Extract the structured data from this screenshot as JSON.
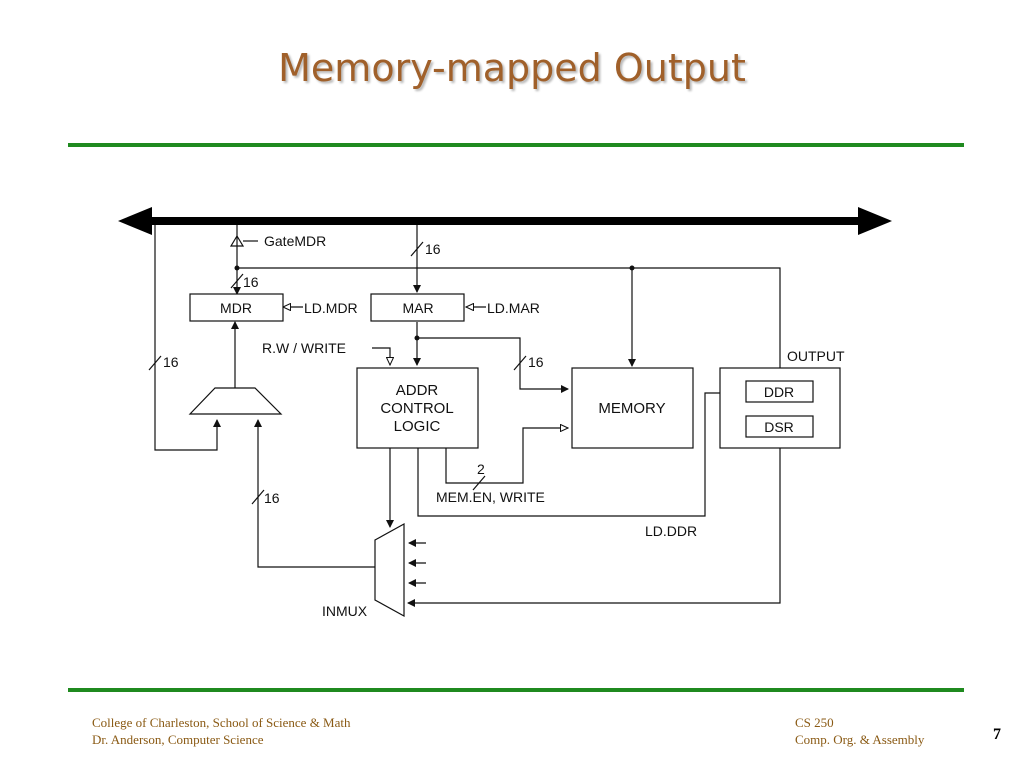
{
  "slide": {
    "title": "Memory-mapped Output",
    "page_number": "7"
  },
  "footer": {
    "left_line1": "College of Charleston, School of Science & Math",
    "left_line2": "Dr. Anderson, Computer Science",
    "right_line1": "CS 250",
    "right_line2": "Comp. Org. & Assembly"
  },
  "diagram": {
    "gate_mdr": "GateMDR",
    "width_bus": "16",
    "width_mar": "16",
    "width_left": "16",
    "width_mem": "16",
    "width_inmux": "16",
    "width_en": "2",
    "mdr": "MDR",
    "ld_mdr": "LD.MDR",
    "mar": "MAR",
    "ld_mar": "LD.MAR",
    "rw_prefix": "R.W / ",
    "rw_write": "WRITE",
    "addr_line1": "ADDR",
    "addr_line2": "CONTROL",
    "addr_line3": "LOGIC",
    "memory": "MEMORY",
    "output": "OUTPUT",
    "ddr": "DDR",
    "dsr": "DSR",
    "mem_en_prefix": "MEM.EN, ",
    "mem_en_write": "WRITE",
    "ld_ddr": "LD.DDR",
    "inmux": "INMUX"
  },
  "colors": {
    "title": "#a0602a",
    "rule": "#1f8a1f",
    "highlight": "#c020c0",
    "footer_text": "#8a5a14"
  }
}
